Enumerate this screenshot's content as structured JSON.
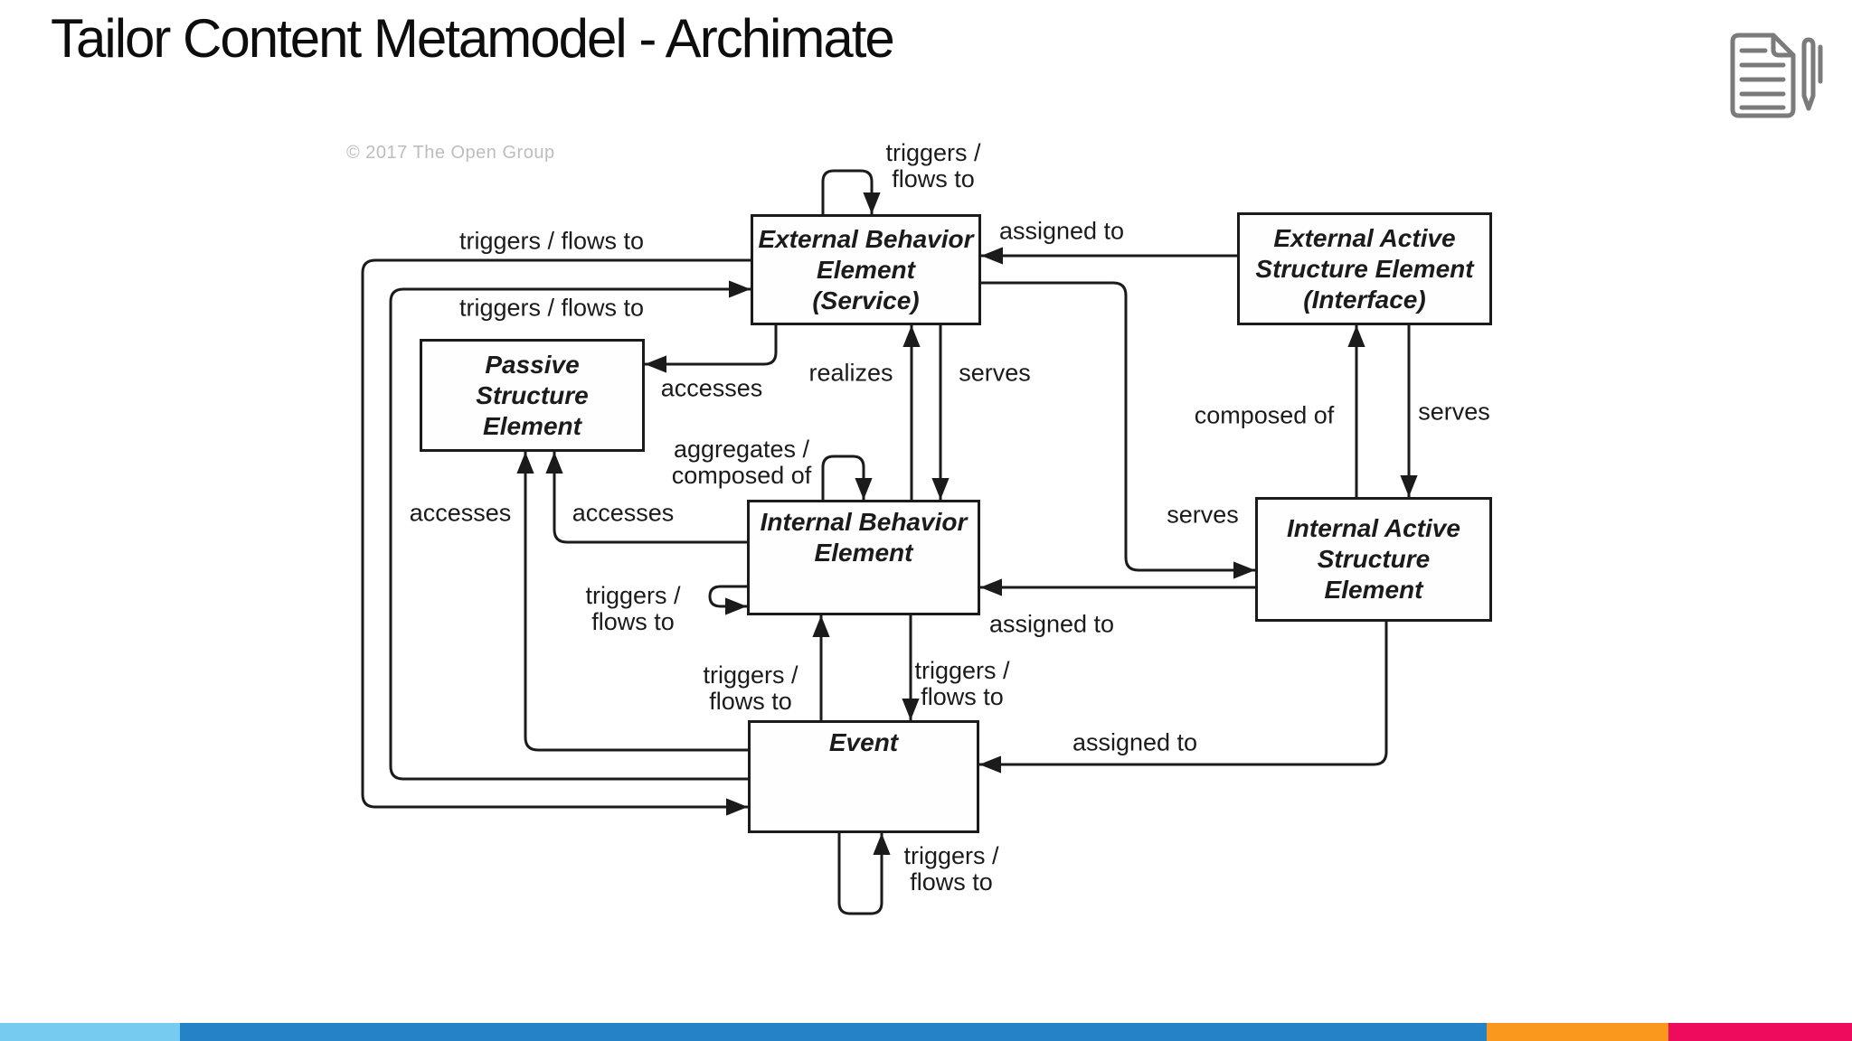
{
  "header": {
    "title": "Tailor Content Metamodel - Archimate"
  },
  "copyright": "© 2017 The Open Group",
  "icons": {
    "document_pen": "document-with-pen",
    "color": "#7b7b7b"
  },
  "diagram": {
    "nodes": [
      {
        "id": "external-behavior-element",
        "label": "External Behavior\nElement\n(Service)"
      },
      {
        "id": "external-active-structure-element",
        "label": "External Active\nStructure Element\n(Interface)"
      },
      {
        "id": "passive-structure-element",
        "label": "Passive\nStructure\nElement"
      },
      {
        "id": "internal-behavior-element",
        "label": "Internal Behavior\nElement"
      },
      {
        "id": "internal-active-structure-element",
        "label": "Internal Active\nStructure\nElement"
      },
      {
        "id": "event",
        "label": "Event"
      }
    ],
    "edge_labels": [
      {
        "id": "ebe-self-loop",
        "label": "triggers /\nflows to"
      },
      {
        "id": "ease-to-ebe",
        "label": "assigned to"
      },
      {
        "id": "ebe-to-event-outer",
        "label": "triggers / flows to"
      },
      {
        "id": "event-to-ebe-inner",
        "label": "triggers / flows to"
      },
      {
        "id": "ebe-to-pse",
        "label": "accesses"
      },
      {
        "id": "ib-to-ebe",
        "label": "realizes"
      },
      {
        "id": "ebe-to-ib",
        "label": "serves"
      },
      {
        "id": "ib-self-loop-top",
        "label": "aggregates /\ncomposed of"
      },
      {
        "id": "event-to-pse",
        "label": "accesses"
      },
      {
        "id": "ib-to-pse",
        "label": "accesses"
      },
      {
        "id": "iase-to-ease",
        "label": "composed of"
      },
      {
        "id": "ease-to-iase",
        "label": "serves"
      },
      {
        "id": "ebe-to-iase",
        "label": "serves"
      },
      {
        "id": "ib-self-loop-left",
        "label": "triggers /\nflows to"
      },
      {
        "id": "iase-to-ib",
        "label": "assigned to"
      },
      {
        "id": "event-to-ib",
        "label": "triggers /\nflows to"
      },
      {
        "id": "ib-to-event",
        "label": "triggers /\nflows to"
      },
      {
        "id": "iase-to-event",
        "label": "assigned to"
      },
      {
        "id": "event-self-loop",
        "label": "triggers /\nflows to"
      }
    ],
    "line_color": "#1b1b1b"
  },
  "footer": {
    "bar_colors": [
      "#76cbf0",
      "#2583c5",
      "#f9981d",
      "#ee0b5e"
    ]
  }
}
